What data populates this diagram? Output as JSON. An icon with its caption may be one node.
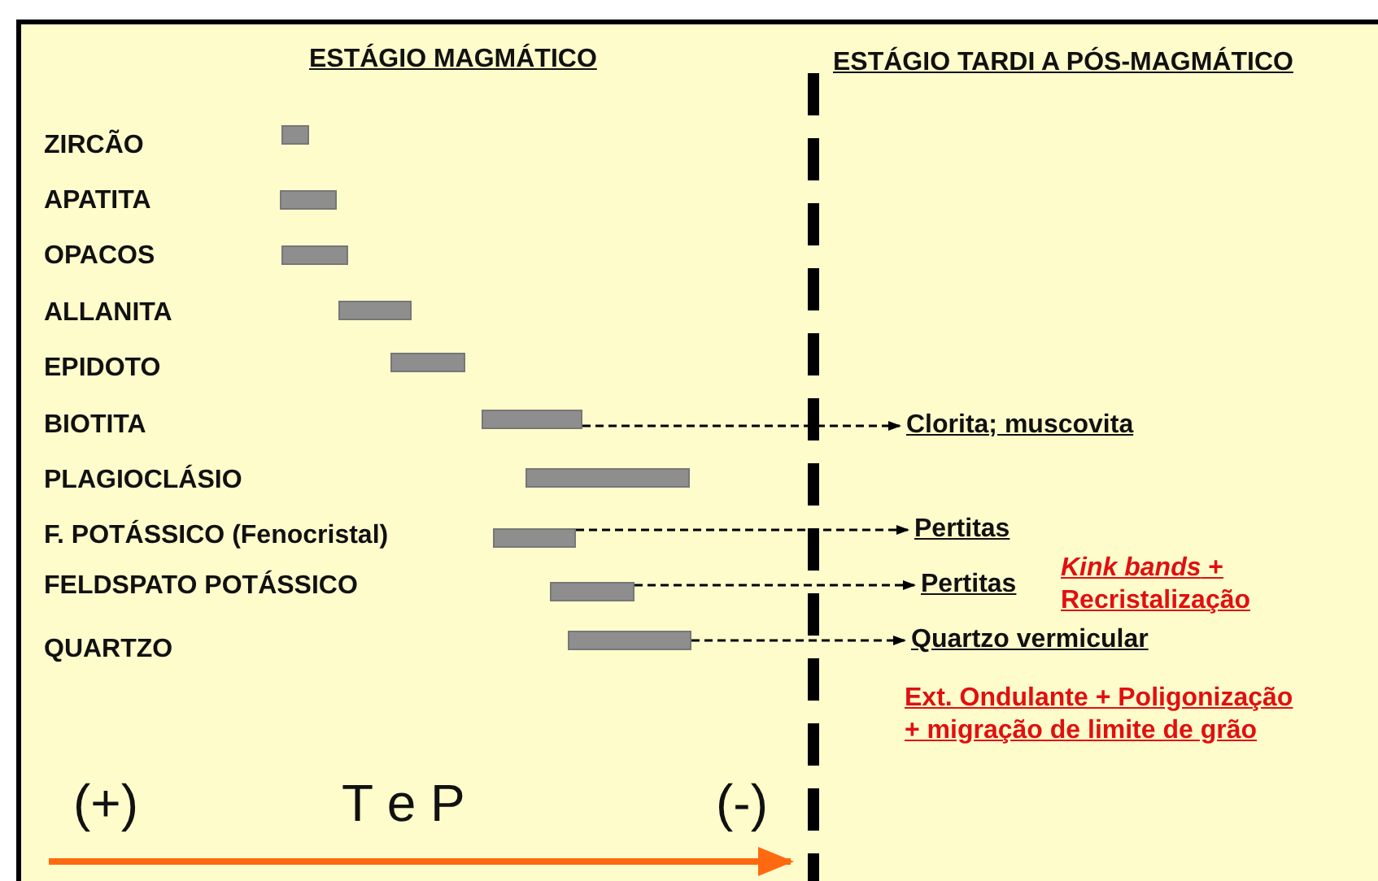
{
  "diagram": {
    "nodes": [
      {
        "text": [],
        "shape": "bar"
      },
      {
        "text": [],
        "shape": "bar"
      },
      {
        "text": [],
        "shape": "bar"
      },
      {
        "text": [],
        "shape": "bar"
      },
      {
        "text": [],
        "shape": "bar"
      },
      {
        "text": [],
        "shape": "bar"
      },
      {
        "text": [
          "Clorita; muscovita"
        ]
      },
      {
        "text": [],
        "shape": "bar"
      },
      {
        "text": [],
        "shape": "bar"
      },
      {
        "text": [
          "Pertitas"
        ]
      },
      {
        "text": [],
        "shape": "bar"
      },
      {
        "text": [
          "Pertitas"
        ]
      },
      {
        "text": [],
        "shape": "bar"
      },
      {
        "text": [
          "Quartzo vermicular"
        ]
      }
    ],
    "edges": [
      {
        "from": 5,
        "to": 6,
        "arrow": "to",
        "style": "dashed"
      },
      {
        "from": 8,
        "to": 9,
        "arrow": "to",
        "style": "dashed"
      },
      {
        "from": 10,
        "to": 11,
        "arrow": "to",
        "style": "dashed"
      },
      {
        "from": 12,
        "to": 13,
        "arrow": "to",
        "style": "dashed"
      }
    ],
    "labels": [
      "ESTÁGIO MAGMÁTICO",
      "ESTÁGIO TARDI A PÓS-MAGMÁTICO",
      "ZIRCÃO",
      "APATITA",
      "OPACOS",
      "ALLANITA",
      "EPIDOTO",
      "BIOTITA",
      "PLAGIOCLÁSIO",
      "F. POTÁSSICO (Fenocristal)",
      "FELDSPATO POTÁSSICO",
      "*Kink bands* + Recristalização",
      "QUARTZO",
      "Ext. Ondulante + Poligonização + migração de limite de grão",
      "(+)",
      "T e P",
      "(-)"
    ]
  }
}
